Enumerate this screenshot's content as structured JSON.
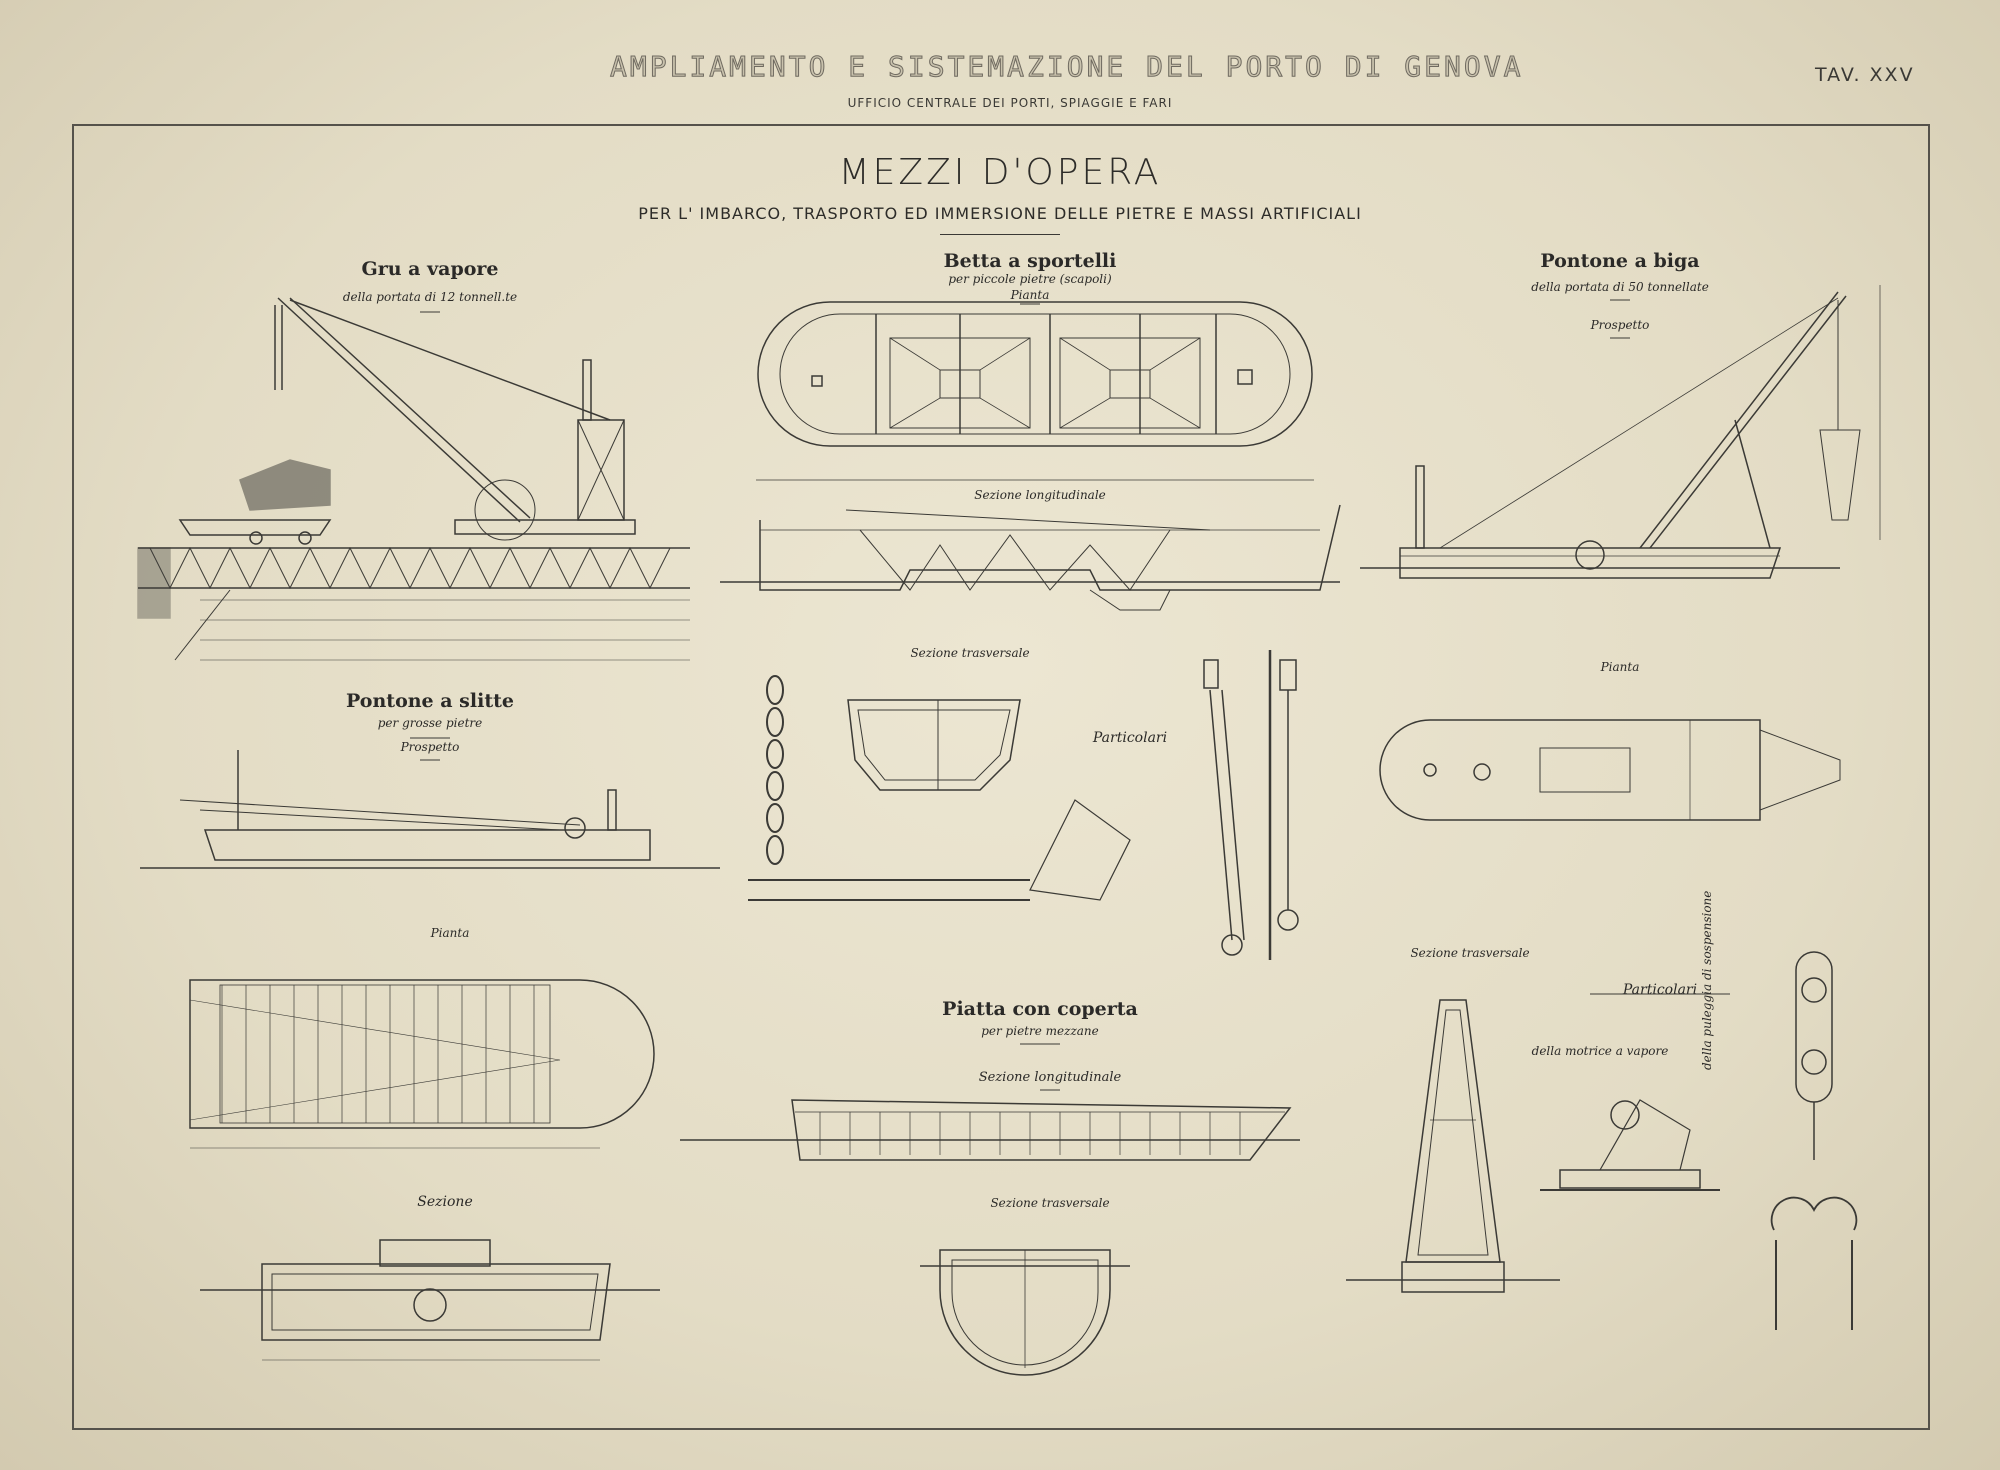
{
  "header": {
    "title": "AMPLIAMENTO E SISTEMAZIONE DEL PORTO DI GENOVA",
    "office": "UFFICIO CENTRALE DEI PORTI, SPIAGGIE E FARI",
    "plate": "TAV. XXV"
  },
  "sheet": {
    "title": "MEZZI D'OPERA",
    "subtitle": "PER L' IMBARCO, TRASPORTO ED IMMERSIONE DELLE PIETRE E MASSI ARTIFICIALI"
  },
  "gru": {
    "name": "Gru a vapore",
    "capacity": "della portata di 12 tonnell.te"
  },
  "betta": {
    "name": "Betta a sportelli",
    "note": "per piccole pietre (scapoli)",
    "plan": "Pianta",
    "longitudinal": "Sezione longitudinale",
    "transverse": "Sezione trasversale",
    "details": "Particolari"
  },
  "biga": {
    "name": "Pontone a biga",
    "capacity": "della portata di 50 tonnellate",
    "elevation": "Prospetto",
    "plan": "Pianta",
    "transverse": "Sezione trasversale"
  },
  "slitte": {
    "name": "Pontone a slitte",
    "note": "per grosse pietre",
    "elevation": "Prospetto",
    "plan": "Pianta",
    "section": "Sezione"
  },
  "piatta": {
    "name": "Piatta con coperta",
    "note": "per pietre mezzane",
    "longitudinal": "Sezione longitudinale",
    "transverse": "Sezione trasversale"
  },
  "details": {
    "title": "Particolari",
    "engine": "della motrice a vapore",
    "pulley": "della puleggia di sospensione"
  }
}
